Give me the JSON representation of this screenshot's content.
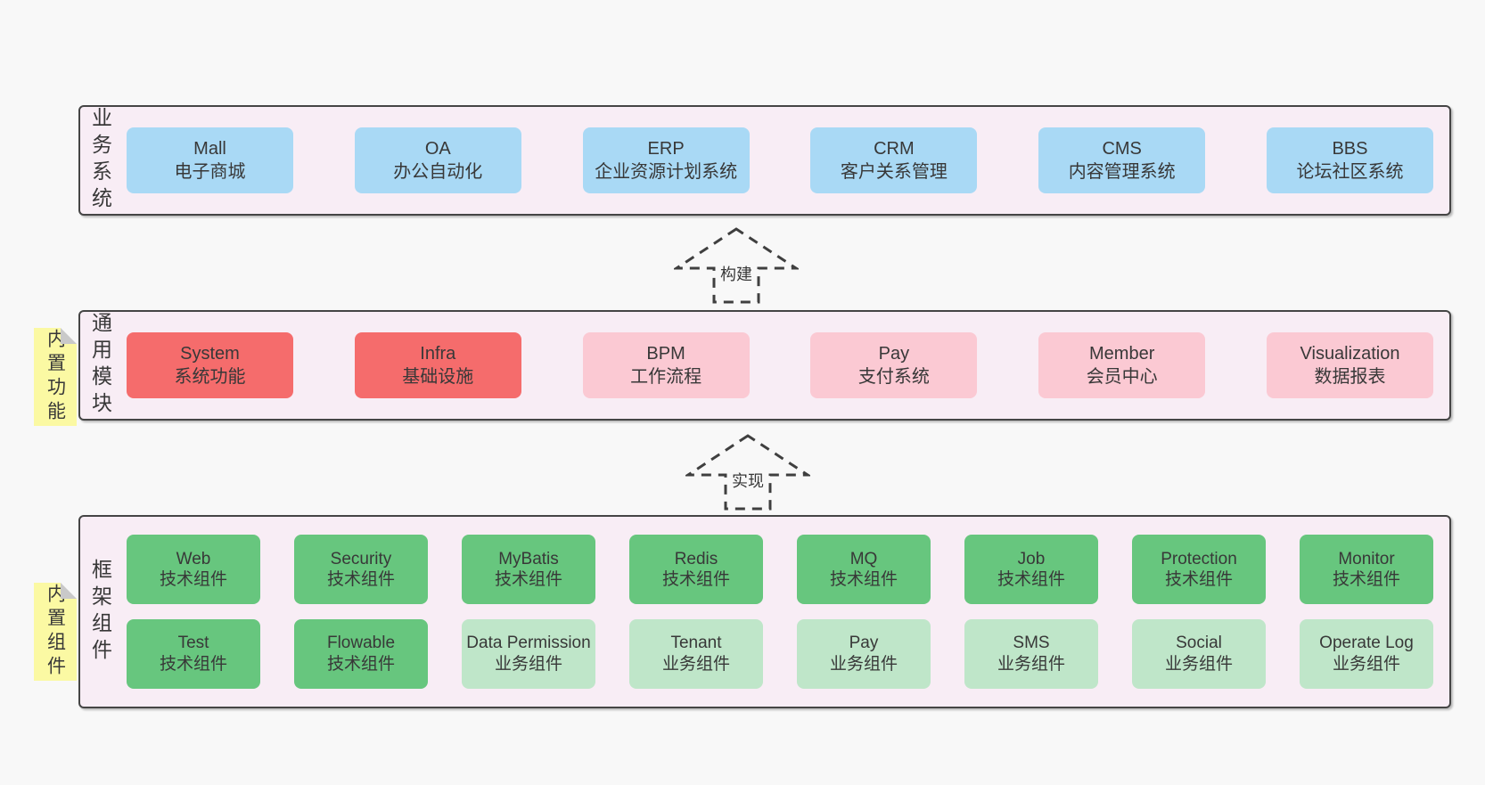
{
  "colors": {
    "page_bg": "#f8f8f8",
    "band_bg": "#f8edf5",
    "band_border": "#454545",
    "box_blue": "#a9d9f5",
    "box_red": "#f56c6c",
    "box_pink": "#fbc9d3",
    "box_green": "#67c67e",
    "box_lightgreen": "#bfe6c9",
    "sticky": "#fbf9a3",
    "fold": "#c9c9c9",
    "text": "#383838"
  },
  "stickies": [
    {
      "label": "内置功能"
    },
    {
      "label": "内置组件"
    }
  ],
  "arrows": [
    {
      "label": "构建"
    },
    {
      "label": "实现"
    }
  ],
  "bands": [
    {
      "label": "业务系统",
      "boxes": [
        {
          "title": "Mall",
          "subtitle": "电子商城",
          "variant": "blue"
        },
        {
          "title": "OA",
          "subtitle": "办公自动化",
          "variant": "blue"
        },
        {
          "title": "ERP",
          "subtitle": "企业资源计划系统",
          "variant": "blue"
        },
        {
          "title": "CRM",
          "subtitle": "客户关系管理",
          "variant": "blue"
        },
        {
          "title": "CMS",
          "subtitle": "内容管理系统",
          "variant": "blue"
        },
        {
          "title": "BBS",
          "subtitle": "论坛社区系统",
          "variant": "blue"
        }
      ]
    },
    {
      "label": "通用模块",
      "boxes": [
        {
          "title": "System",
          "subtitle": "系统功能",
          "variant": "red"
        },
        {
          "title": "Infra",
          "subtitle": "基础设施",
          "variant": "red"
        },
        {
          "title": "BPM",
          "subtitle": "工作流程",
          "variant": "pink"
        },
        {
          "title": "Pay",
          "subtitle": "支付系统",
          "variant": "pink"
        },
        {
          "title": "Member",
          "subtitle": "会员中心",
          "variant": "pink"
        },
        {
          "title": "Visualization",
          "subtitle": "数据报表",
          "variant": "pink"
        }
      ]
    },
    {
      "label": "框架组件",
      "rows": [
        [
          {
            "title": "Web",
            "subtitle": "技术组件",
            "variant": "green"
          },
          {
            "title": "Security",
            "subtitle": "技术组件",
            "variant": "green"
          },
          {
            "title": "MyBatis",
            "subtitle": "技术组件",
            "variant": "green"
          },
          {
            "title": "Redis",
            "subtitle": "技术组件",
            "variant": "green"
          },
          {
            "title": "MQ",
            "subtitle": "技术组件",
            "variant": "green"
          },
          {
            "title": "Job",
            "subtitle": "技术组件",
            "variant": "green"
          },
          {
            "title": "Protection",
            "subtitle": "技术组件",
            "variant": "green"
          },
          {
            "title": "Monitor",
            "subtitle": "技术组件",
            "variant": "green"
          }
        ],
        [
          {
            "title": "Test",
            "subtitle": "技术组件",
            "variant": "green"
          },
          {
            "title": "Flowable",
            "subtitle": "技术组件",
            "variant": "green"
          },
          {
            "title": "Data Permission",
            "subtitle": "业务组件",
            "variant": "lightgreen"
          },
          {
            "title": "Tenant",
            "subtitle": "业务组件",
            "variant": "lightgreen"
          },
          {
            "title": "Pay",
            "subtitle": "业务组件",
            "variant": "lightgreen"
          },
          {
            "title": "SMS",
            "subtitle": "业务组件",
            "variant": "lightgreen"
          },
          {
            "title": "Social",
            "subtitle": "业务组件",
            "variant": "lightgreen"
          },
          {
            "title": "Operate Log",
            "subtitle": "业务组件",
            "variant": "lightgreen"
          }
        ]
      ]
    }
  ]
}
